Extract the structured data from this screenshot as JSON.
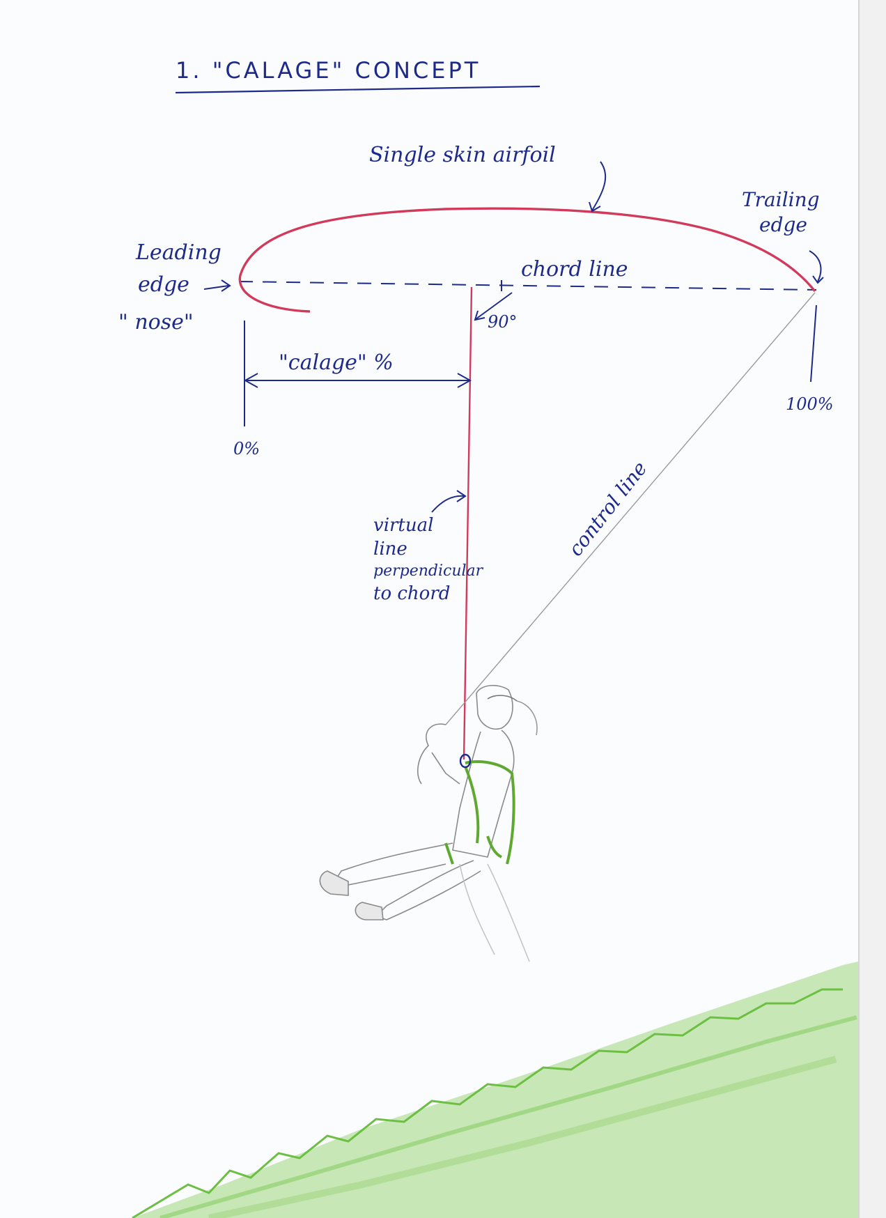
{
  "title": "1. \"CALAGE\" CONCEPT",
  "labels": {
    "single_skin_airfoil": "Single skin airfoil",
    "trailing_edge_1": "Trailing",
    "trailing_edge_2": "edge",
    "leading_edge_1": "Leading",
    "leading_edge_2": "edge",
    "nose": "\" nose\"",
    "chord_line": "chord line",
    "angle": "90°",
    "calage_pct": "\"calage\" %",
    "zero_pct": "0%",
    "hundred_pct": "100%",
    "virtual_line_1": "virtual",
    "virtual_line_2": "line",
    "virtual_line_3": "perpendicular",
    "virtual_line_4": "to chord",
    "control_line": "control line"
  },
  "colors": {
    "ink_blue": "#1d2a8a",
    "airfoil_red": "#d23a5c",
    "pencil_gray": "#8a8a8a",
    "harness_green": "#5fa832",
    "grass_green": "#8fcf6a"
  }
}
